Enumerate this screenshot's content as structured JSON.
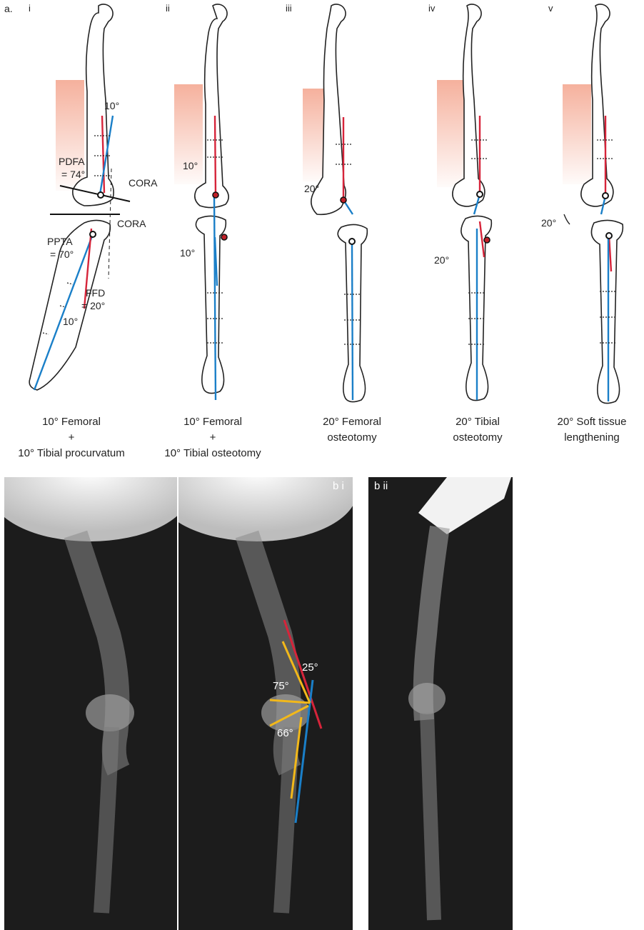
{
  "panel_a": {
    "letter": "a.",
    "roman": [
      "i",
      "ii",
      "iii",
      "iv",
      "v"
    ],
    "annotations_i": {
      "angle_top": "10°",
      "pdfa_1": "PDFA",
      "pdfa_2": "= 74°",
      "cora_1": "CORA",
      "cora_2": "CORA",
      "ppta_1": "PPTA",
      "ppta_2": "= 70°",
      "ffd_1": "FFD",
      "ffd_2": "= 20°",
      "angle_bottom": "10°"
    },
    "annotations_ii": {
      "upper": "10°",
      "lower": "10°"
    },
    "annotations_iii": {
      "angle": "20°"
    },
    "annotations_iv": {
      "angle": "20°"
    },
    "annotations_v": {
      "angle": "20°"
    },
    "captions": [
      {
        "line1": "10° Femoral",
        "line2": "+",
        "line3": "10° Tibial procurvatum"
      },
      {
        "line1": "10° Femoral",
        "line2": "+",
        "line3": "10° Tibial osteotomy"
      },
      {
        "line1": "20° Femoral",
        "line2": "osteotomy"
      },
      {
        "line1": "20° Tibial",
        "line2": "osteotomy"
      },
      {
        "line1": "20° Soft tissue",
        "line2": "lengthening"
      }
    ]
  },
  "panel_b": {
    "label_bi": "b i",
    "label_bii": "b ii",
    "angle_25": "25°",
    "angle_75": "75°",
    "angle_66": "66°"
  },
  "colors": {
    "axis_red": "#d6243a",
    "axis_blue": "#1a7fc8",
    "angle_yellow": "#f2b81a",
    "soft_tissue": "#f2b3a3"
  }
}
